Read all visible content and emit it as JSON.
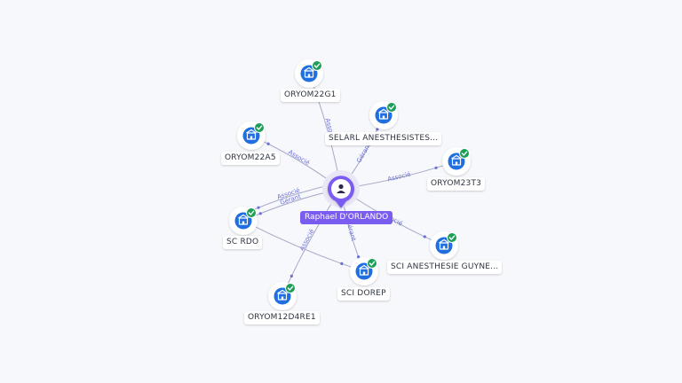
{
  "center": {
    "name": "Raphael D'ORLANDO",
    "icon": "person-icon",
    "color": "#7b5cf0"
  },
  "companies": [
    {
      "id": "oryom22g1",
      "name": "ORYOM22G1",
      "icon": "building-icon",
      "verified": true
    },
    {
      "id": "selarl",
      "name": "SELARL ANESTHESISTES...",
      "icon": "building-icon",
      "verified": true
    },
    {
      "id": "oryom22a5",
      "name": "ORYOM22A5",
      "icon": "building-icon",
      "verified": true
    },
    {
      "id": "oryom23t3",
      "name": "ORYOM23T3",
      "icon": "building-icon",
      "verified": true
    },
    {
      "id": "scrdo",
      "name": "SC RDO",
      "icon": "building-icon",
      "verified": true
    },
    {
      "id": "sciguyne",
      "name": "SCI ANESTHESIE GUYNE...",
      "icon": "building-icon",
      "verified": true
    },
    {
      "id": "scidorep",
      "name": "SCI DOREP",
      "icon": "building-icon",
      "verified": true
    },
    {
      "id": "oryom12d4re1",
      "name": "ORYOM12D4RE1",
      "icon": "building-icon",
      "verified": true
    }
  ],
  "edges": [
    {
      "to": "oryom22g1",
      "label": "Associé"
    },
    {
      "to": "selarl",
      "label": "Gérant"
    },
    {
      "to": "oryom22a5",
      "label": "Associé"
    },
    {
      "to": "oryom23t3",
      "label": "Associé"
    },
    {
      "to": "scrdo",
      "label": "Gérant"
    },
    {
      "to": "scrdo",
      "label": "Associé"
    },
    {
      "to": "sciguyne",
      "label": "Associé"
    },
    {
      "to": "scidorep",
      "label": "Gérant"
    },
    {
      "to": "oryom12d4re1",
      "label": "Associé"
    },
    {
      "from": "scrdo",
      "to": "scidorep",
      "label": ""
    }
  ],
  "colors": {
    "node_blue": "#1f6fe0",
    "check_green": "#1e9e57",
    "edge": "#a7a9c7",
    "edge_label": "#6a6fd8"
  }
}
